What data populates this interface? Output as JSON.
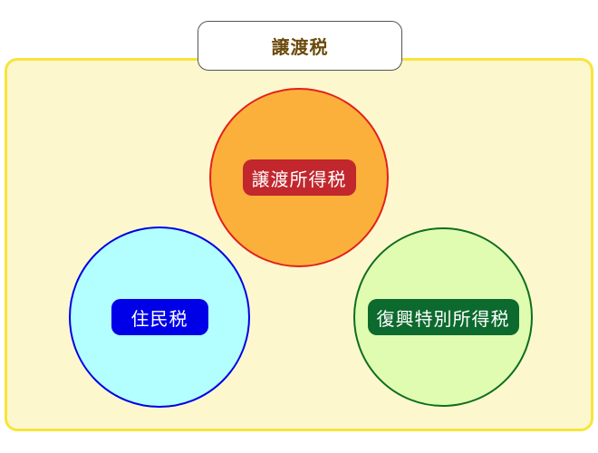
{
  "title": "譲渡税",
  "circles": [
    {
      "label": "譲渡所得税",
      "fill": "#fbb03b",
      "border": "#e3201b",
      "label_bg": "#c1272d"
    },
    {
      "label": "住民税",
      "fill": "#b3ffff",
      "border": "#0000e6",
      "label_bg": "#0000e8"
    },
    {
      "label": "復興特別所得税",
      "fill": "#e0fcb0",
      "border": "#0e6e1e",
      "label_bg": "#0d6a2e"
    }
  ],
  "colors": {
    "panel_bg": "#fdf7ce",
    "panel_border": "#f7e53a",
    "title_text": "#6b4a0c"
  }
}
